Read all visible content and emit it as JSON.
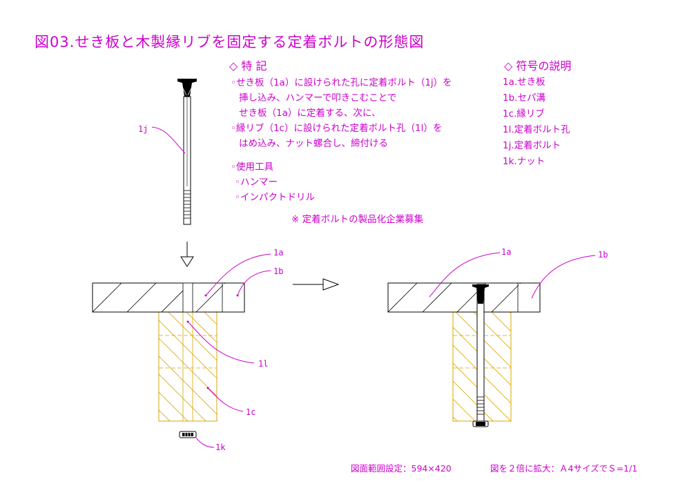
{
  "title": "図03.せき板と木製縁リブを固定する定着ボルトの形態図",
  "features": {
    "heading": "◇ 特 記",
    "lines": [
      "◦せき板（1a）に設けられた孔に定着ボルト（1j）を",
      "挿し込み、ハンマーで叩きこむことで",
      "せき板（1a）に定着する、次に、",
      "◦縁リブ（1c）に設けられた定着ボルト孔（1l）を",
      "はめ込み、ナット螺合し、締付ける"
    ],
    "tools_heading": "◦使用工具",
    "tools": [
      "◦ハンマー",
      "◦インパクトドリル"
    ],
    "note": "※ 定着ボルトの製品化企業募集"
  },
  "legend": {
    "heading": "◇ 符号の説明",
    "items": [
      "1a.せき板",
      "1b.セパ溝",
      "1c.縁リブ",
      "1l.定着ボルト孔",
      "1j.定着ボルト",
      "1k.ナット"
    ]
  },
  "labels": {
    "bolt": "1j",
    "plate_left": "1a",
    "groove_left": "1b",
    "hole": "1l",
    "rib": "1c",
    "nut": "1k",
    "plate_right": "1a",
    "groove_right": "1b"
  },
  "footer": {
    "range": "図面範囲設定：594×420",
    "scale": "図を２倍に拡大：Ａ4サイズでＳ=1/1"
  },
  "colors": {
    "text": "#cc00cc",
    "line": "#000000",
    "rib": "#d9a400",
    "dash": "#d9a400"
  }
}
